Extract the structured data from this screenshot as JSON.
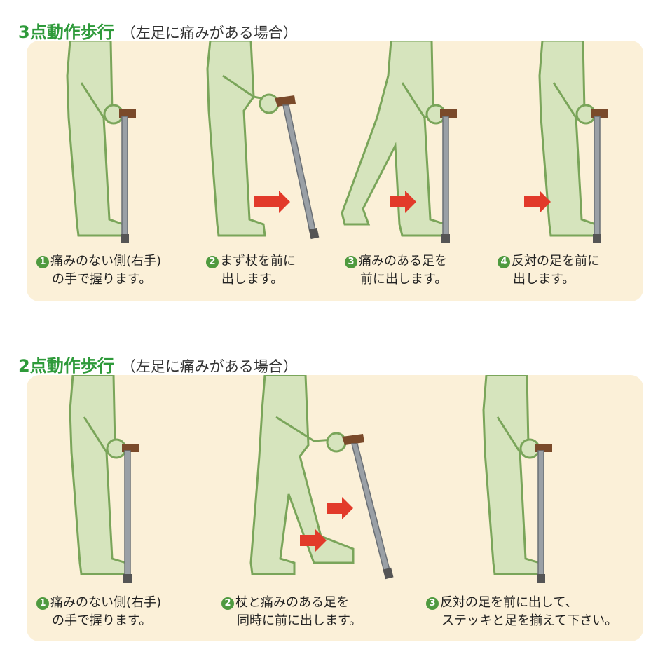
{
  "sections": [
    {
      "title": "3点動作歩行",
      "subtitle": "（左足に痛みがある場合）",
      "steps": [
        {
          "num": "1",
          "line1": "痛みのない側(右手)",
          "line2": "の手で握ります。"
        },
        {
          "num": "2",
          "line1": "まず杖を前に",
          "line2": "出します。"
        },
        {
          "num": "3",
          "line1": "痛みのある足を",
          "line2": "前に出します。"
        },
        {
          "num": "4",
          "line1": "反対の足を前に",
          "line2": "出します。"
        }
      ]
    },
    {
      "title": "2点動作歩行",
      "subtitle": "（左足に痛みがある場合）",
      "steps": [
        {
          "num": "1",
          "line1": "痛みのない側(右手)",
          "line2": "の手で握ります。"
        },
        {
          "num": "2",
          "line1": "杖と痛みのある足を",
          "line2": "同時に前に出します。"
        },
        {
          "num": "3",
          "line1": "反対の足を前に出して、",
          "line2": "ステッキと足を揃えて下さい。"
        }
      ]
    }
  ],
  "colors": {
    "title": "#2e9a3a",
    "panel": "#fbf0d8",
    "body_fill": "#d6e4bd",
    "body_stroke": "#7aa55a",
    "cane": "#9aa0a6",
    "handle": "#7a4a2a",
    "arrow": "#e23a2a",
    "number_badge": "#4f9a3f"
  }
}
